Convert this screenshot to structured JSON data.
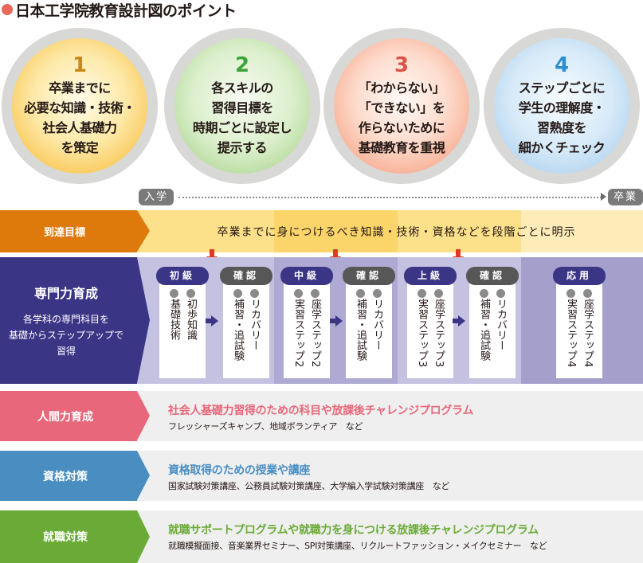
{
  "title": "日本工学院教育設計図のポイント",
  "points": [
    {
      "number": "1",
      "lines": [
        "卒業までに",
        "必要な知識・技術・",
        "社会人基礎力",
        "を策定"
      ]
    },
    {
      "number": "2",
      "lines": [
        "各スキルの",
        "習得目標を",
        "時期ごとに設定し",
        "提示する"
      ]
    },
    {
      "number": "3",
      "lines": [
        "「わからない」",
        "「できない」を",
        "作らないために",
        "基礎教育を重視"
      ]
    },
    {
      "number": "4",
      "lines": [
        "ステップごとに",
        "学生の理解度・",
        "習熟度を",
        "細かくチェック"
      ]
    }
  ],
  "timeline": {
    "start": "入学",
    "end": "卒業"
  },
  "goal": {
    "label": "到達目標",
    "text": "卒業までに身につけるべき知識・技術・資格などを段階ごとに明示"
  },
  "skill": {
    "label": "専門力育成",
    "desc": [
      "各学科の専門科目を",
      "基礎からステップアップで",
      "習得"
    ],
    "steps": [
      {
        "head": "初級",
        "type": "level",
        "items": [
          "初歩知識",
          "基礎技術"
        ]
      },
      {
        "head": "確認",
        "type": "check",
        "items": [
          "リカバリー",
          "補習・追試験"
        ]
      },
      {
        "head": "中級",
        "type": "level",
        "items": [
          "座学ステップ2",
          "実習ステップ2"
        ]
      },
      {
        "head": "確認",
        "type": "check",
        "items": [
          "リカバリー",
          "補習・追試験"
        ]
      },
      {
        "head": "上級",
        "type": "level",
        "items": [
          "座学ステップ3",
          "実習ステップ3"
        ]
      },
      {
        "head": "確認",
        "type": "check",
        "items": [
          "リカバリー",
          "補習・追試験"
        ]
      },
      {
        "head": "応用",
        "type": "level",
        "items": [
          "座学ステップ4",
          "実習ステップ4"
        ]
      }
    ]
  },
  "rows": {
    "human": {
      "label": "人間力育成",
      "main": "社会人基礎力習得のための科目や放課後チャレンジプログラム",
      "sub": "フレッシャーズキャンプ、地域ボランティア　など"
    },
    "qual": {
      "label": "資格対策",
      "main": "資格取得のための授業や講座",
      "sub": "国家試験対策講座、公務員試験対策講座、大学編入学試験対策講座　など"
    },
    "career": {
      "label": "就職対策",
      "main": "就職サポートプログラムや就職力を身につける放課後チャレンジプログラム",
      "sub": "就職模擬面接、音楽業界セミナー、SPI対策講座、リクルートファッション・メイクセミナー　など"
    }
  },
  "colors": {
    "goal": "#de7a0c",
    "skill": "#3b3586",
    "human": "#e8677a",
    "qual": "#4a8ec1",
    "career": "#6aab38",
    "arrow_red": "#e23a22"
  }
}
